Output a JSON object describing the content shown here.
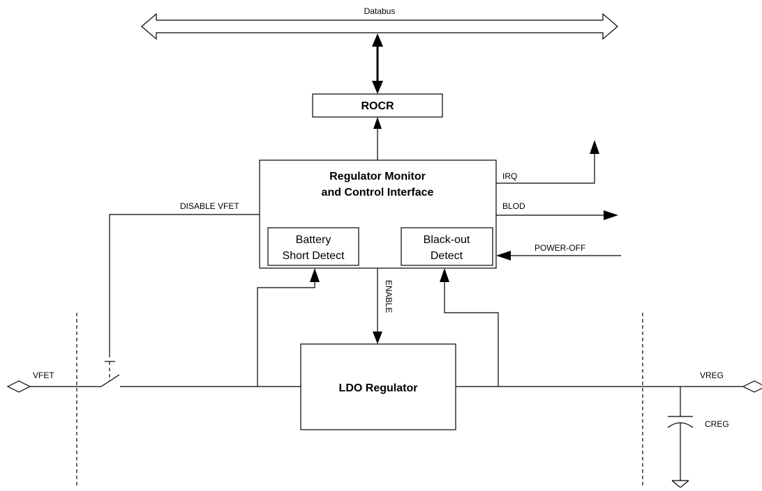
{
  "diagram": {
    "databus_label": "Databus",
    "rocr_label": "ROCR",
    "monitor_title_line1": "Regulator Monitor",
    "monitor_title_line2": "and Control Interface",
    "battery_line1": "Battery",
    "battery_line2": "Short Detect",
    "blackout_line1": "Black-out",
    "blackout_line2": "Detect",
    "ldo_label": "LDO Regulator",
    "irq_label": "IRQ",
    "blod_label": "BLOD",
    "poweroff_label": "POWER-OFF",
    "disable_vfet_label": "DISABLE VFET",
    "enable_label": "ENABLE",
    "vfet_label": "VFET",
    "vreg_label": "VREG",
    "creg_label": "CREG"
  }
}
